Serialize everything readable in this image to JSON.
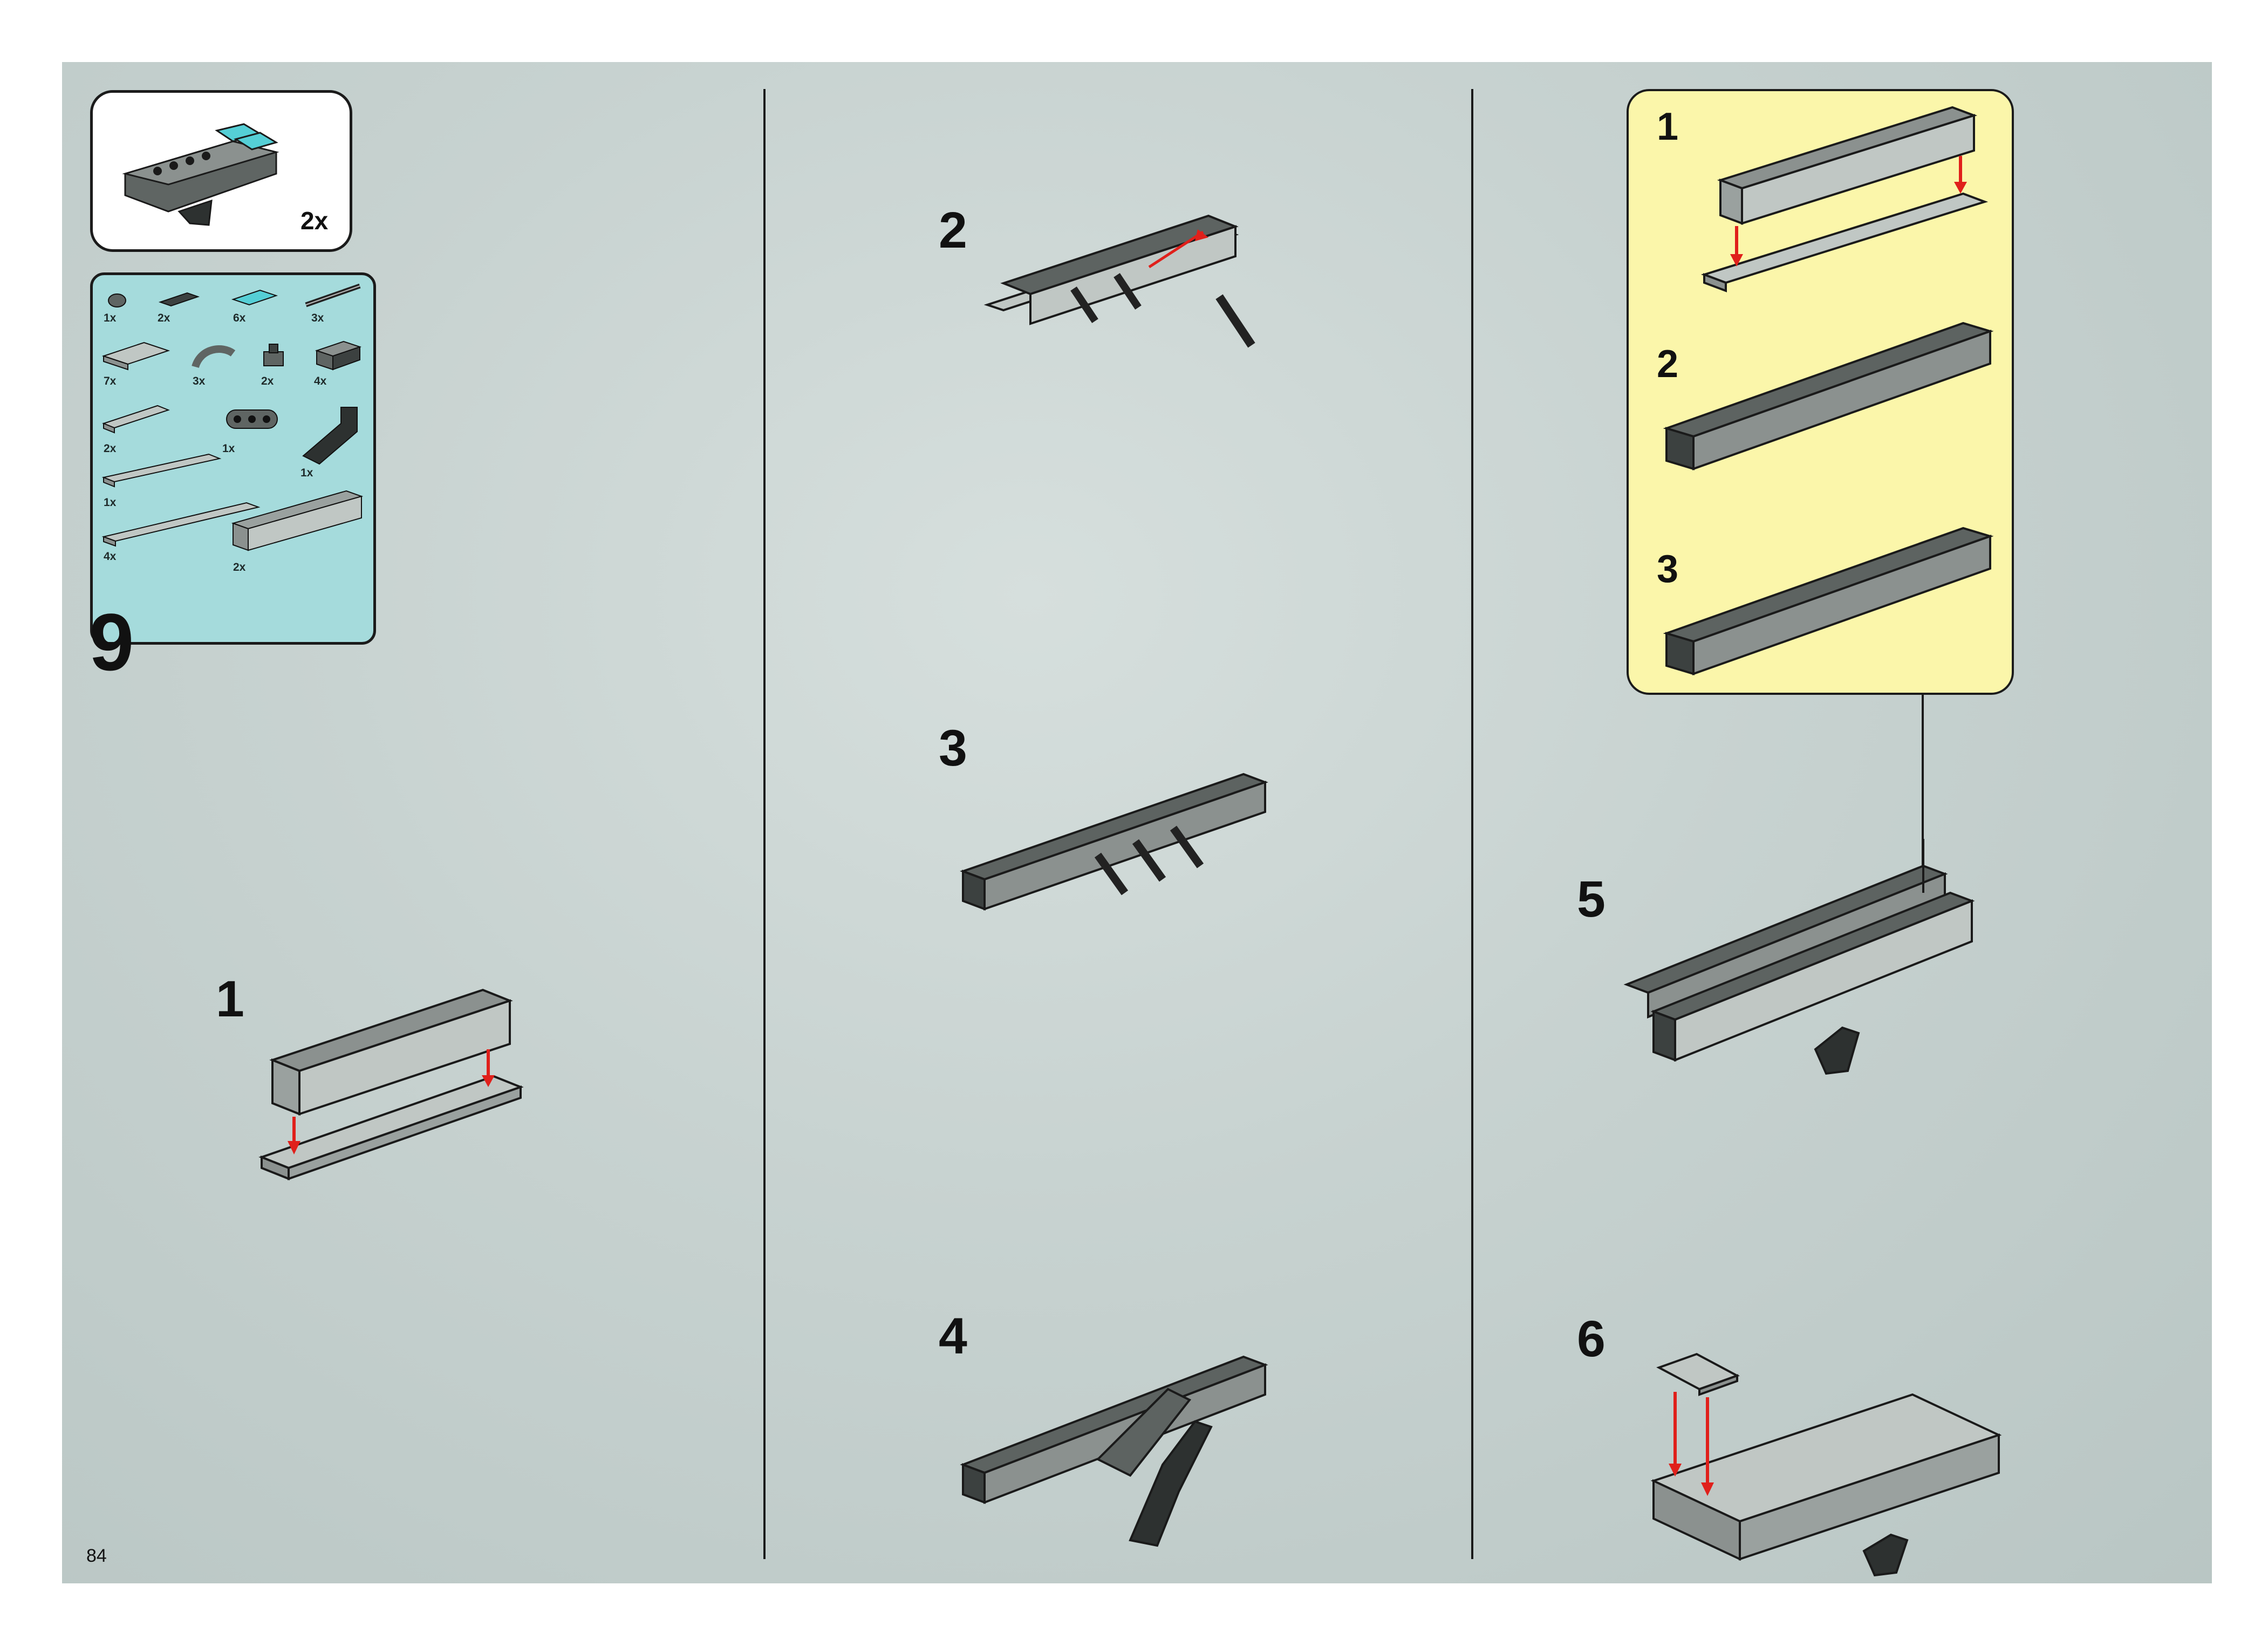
{
  "page": {
    "number": "84"
  },
  "colors": {
    "background": "#c7d2d0",
    "callout": "#fbf6aa",
    "parts_panel": "#a5dbdc",
    "arrow": "#e0201b",
    "brick_light": "#c0c7c4",
    "brick_dark": "#5d6361"
  },
  "main_step": {
    "number": "9"
  },
  "model_preview": {
    "quantity": "2x",
    "icon": "assembly-preview-icon"
  },
  "parts_list": [
    {
      "qty": "1x",
      "icon": "round-brick-icon"
    },
    {
      "qty": "2x",
      "icon": "grille-tile-icon"
    },
    {
      "qty": "6x",
      "icon": "trans-light-blue-tile-icon"
    },
    {
      "qty": "3x",
      "icon": "axle-pin-icon"
    },
    {
      "qty": "7x",
      "icon": "plate-2x3-icon"
    },
    {
      "qty": "3x",
      "icon": "bar-holder-icon"
    },
    {
      "qty": "2x",
      "icon": "clip-plate-icon"
    },
    {
      "qty": "4x",
      "icon": "technic-brick-pin-icon"
    },
    {
      "qty": "2x",
      "icon": "plate-1x4-icon"
    },
    {
      "qty": "1x",
      "icon": "technic-beam-icon"
    },
    {
      "qty": "1x",
      "icon": "angled-beam-icon"
    },
    {
      "qty": "1x",
      "icon": "plate-1x6-icon"
    },
    {
      "qty": "4x",
      "icon": "plate-1x10-icon"
    },
    {
      "qty": "2x",
      "icon": "technic-brick-1x8-icon"
    }
  ],
  "sub_steps": [
    {
      "number": "1"
    },
    {
      "number": "2"
    },
    {
      "number": "3"
    },
    {
      "number": "4"
    },
    {
      "number": "5"
    },
    {
      "number": "6"
    }
  ],
  "callout_steps": [
    {
      "number": "1"
    },
    {
      "number": "2"
    },
    {
      "number": "3"
    }
  ]
}
